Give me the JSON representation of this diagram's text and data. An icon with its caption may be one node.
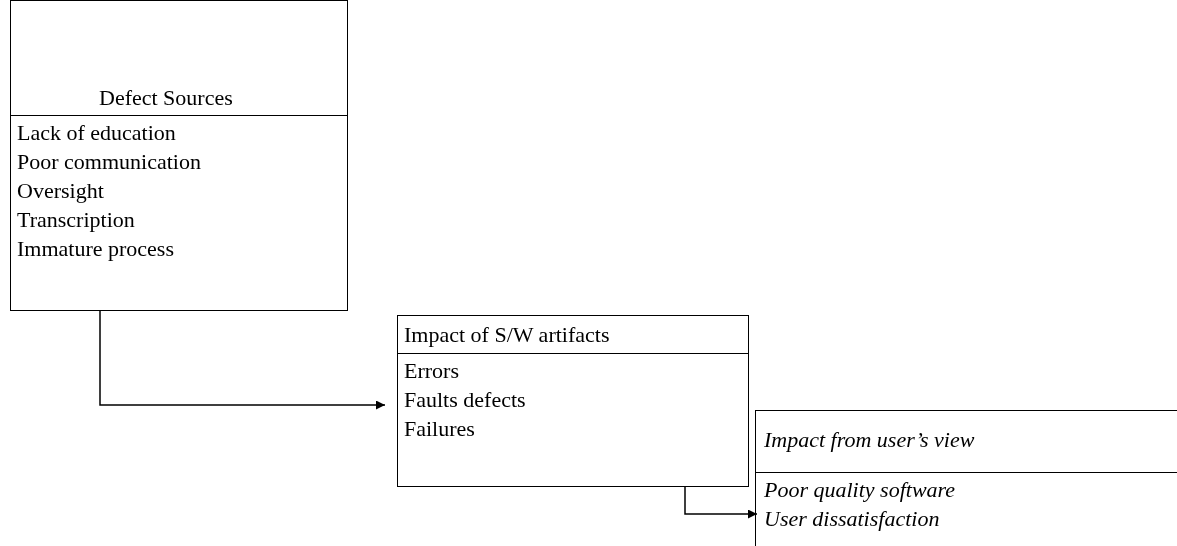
{
  "diagram": {
    "nodes": [
      {
        "text": [
          "Defect Sources",
          "Lack of education",
          "Poor communication",
          "Oversight",
          "Transcription",
          "Immature process"
        ]
      },
      {
        "text": [
          "Impact of S/W artifacts",
          "Errors",
          "Faults defects",
          "Failures"
        ]
      },
      {
        "text": [
          "Impact from user’s view",
          "Poor quality software",
          "User dissatisfaction"
        ]
      }
    ],
    "edges": [
      {
        "from": 0,
        "to": 1,
        "arrow": "to"
      },
      {
        "from": 1,
        "to": 2,
        "arrow": "to"
      }
    ]
  }
}
